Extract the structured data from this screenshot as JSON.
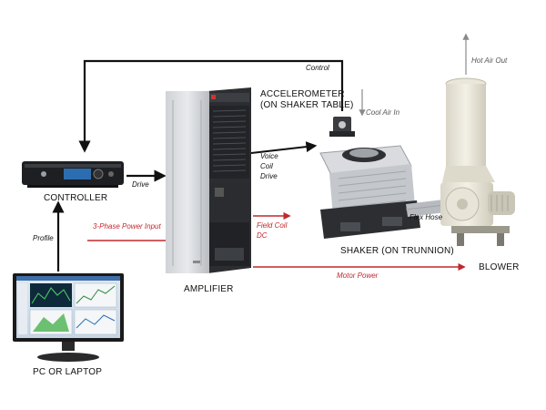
{
  "labels": {
    "controller": "CONTROLLER",
    "pc": "PC OR LAPTOP",
    "amplifier": "AMPLIFIER",
    "accelerometer": "ACCELEROMETER\n(ON SHAKER TABLE)",
    "shaker": "SHAKER (ON TRUNNION)",
    "blower": "BLOWER"
  },
  "signals": {
    "control": "Control",
    "drive": "Drive",
    "profile": "Profile",
    "voice_coil_drive": "Voice\nCoil\nDrive",
    "three_phase": "3-Phase Power Input",
    "field_coil": "Field Coil\nDC",
    "motor_power": "Motor Power",
    "flex_hose": "Flex Hose",
    "cool_air": "Cool Air In",
    "hot_air": "Hot Air Out"
  },
  "colors": {
    "signal_line": "#111111",
    "power_line": "#c0282d",
    "air_line": "#7a7a7a"
  }
}
